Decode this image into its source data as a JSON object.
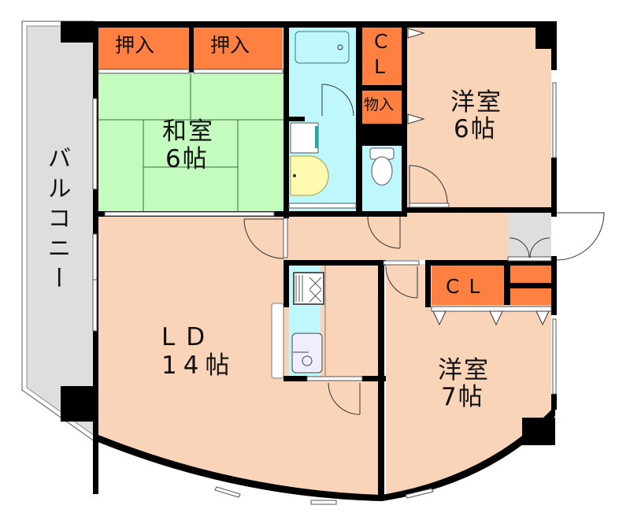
{
  "title": "Floor plan 3LDK",
  "colors": {
    "wall": "#000000",
    "western_room": "#f9d4b8",
    "japanese_room": "#c4fcc0",
    "wet_area": "#bff8fc",
    "storage": "#ff8040",
    "balcony": "#dedede",
    "entrance": "#dedede",
    "window": "#ffffff"
  },
  "rooms": {
    "balcony": {
      "label": "バルコニー"
    },
    "oshiire_1": {
      "label": "押入"
    },
    "oshiire_2": {
      "label": "押入"
    },
    "washitsu": {
      "name": "和室",
      "size": "6帖"
    },
    "closet_top": {
      "label_line1": "C",
      "label_line2": "L"
    },
    "monoire": {
      "label": "物入"
    },
    "youshitsu_1": {
      "name": "洋室",
      "size": "6帖"
    },
    "ld": {
      "name": "LD",
      "size": "14帖"
    },
    "closet_bottom": {
      "label": "CL"
    },
    "youshitsu_2": {
      "name": "洋室",
      "size": "7帖"
    }
  }
}
